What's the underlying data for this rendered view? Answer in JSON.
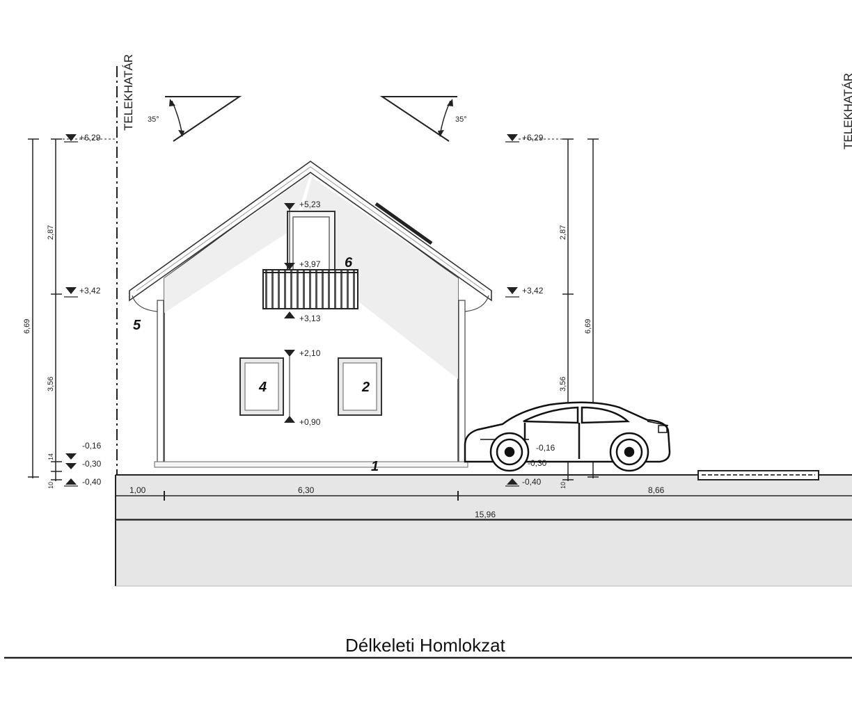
{
  "drawing": {
    "title": "Délkeleti Homlokzat",
    "boundary_label": "TELEKHATÁR",
    "roof_angle_left": "35°",
    "roof_angle_right": "35°",
    "levels": {
      "left_top": "+6,29",
      "left_mid": "+3,42",
      "left_a": "-0,16",
      "left_b": "-0,30",
      "left_c": "-0,40",
      "right_top": "+6,29",
      "right_mid": "+3,42",
      "right_a": "-0,16",
      "right_b": "-0,30",
      "right_c": "-0,40",
      "window_top": "+5,23",
      "balcony_top": "+3,97",
      "balcony_bottom": "+3,13",
      "win_upper": "+2,10",
      "win_lower": "+0,90"
    },
    "dims": {
      "left_total": "6,69",
      "left_upper": "2,87",
      "left_lower": "3,56",
      "left_s1": "14",
      "left_s2": "10",
      "right_total": "6,69",
      "right_upper": "2,87",
      "right_lower": "3,56",
      "right_s2": "10",
      "bottom_a": "1,00",
      "bottom_b": "6,30",
      "bottom_c": "8,66",
      "bottom_total": "15,96"
    },
    "markers": {
      "m1": "1",
      "m2": "2",
      "m4": "4",
      "m5": "5",
      "m6": "6"
    }
  }
}
